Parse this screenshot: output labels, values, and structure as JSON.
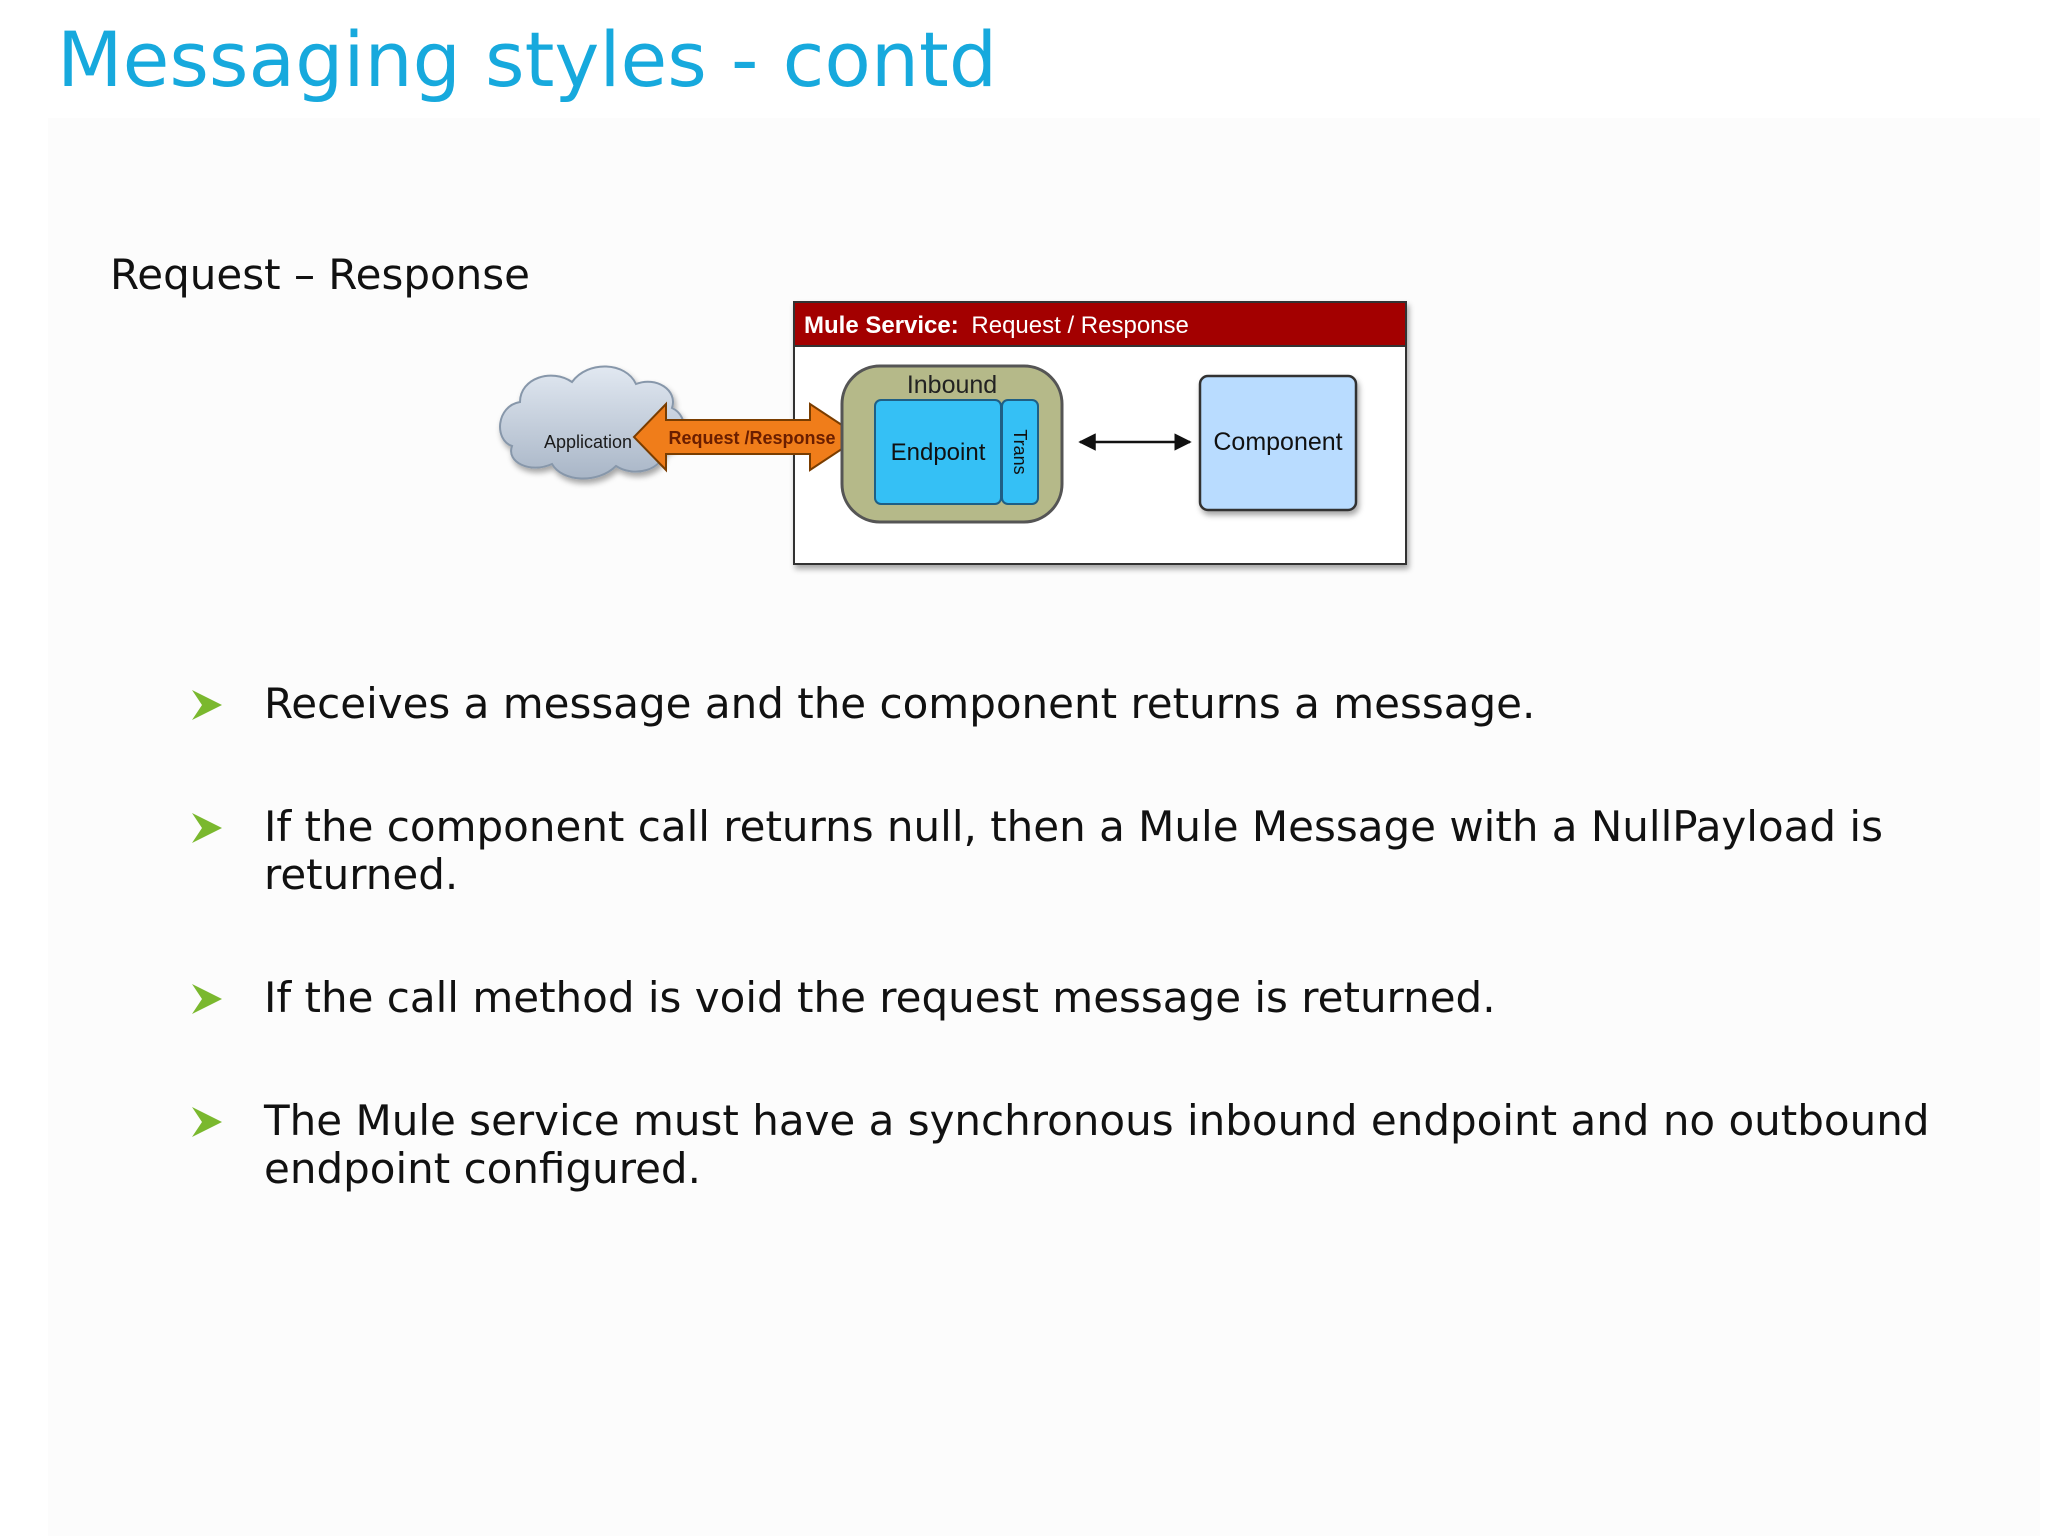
{
  "slide": {
    "title": "Messaging styles - contd",
    "subtitle": "Request – Response"
  },
  "diagram": {
    "service_title_bold": "Mule Service:",
    "service_title_rest": "Request / Response",
    "application_label": "Application",
    "arrow_label": "Request /Response",
    "inbound_label": "Inbound",
    "endpoint_label": "Endpoint",
    "trans_label": "Trans",
    "component_label": "Component"
  },
  "bullets": [
    "Receives a message and the component returns a message.",
    "If the component call returns null, then a Mule Message with a NullPayload is returned.",
    "If the call method is void the request message is returned.",
    "The Mule service must have a synchronous inbound endpoint and no outbound endpoint configured."
  ],
  "colors": {
    "title": "#17a9dd",
    "header_bar": "#a30000",
    "inbound_fill": "#b5b989",
    "endpoint_fill": "#35c0f5",
    "component_fill": "#b9dcff",
    "arrow_fill": "#f07d1a",
    "cloud_fill": "#b8c6d6",
    "bullet_arrow": "#7ab82e"
  },
  "icons": {
    "bullet": "arrowhead-bullet-icon",
    "cloud": "cloud-icon"
  }
}
